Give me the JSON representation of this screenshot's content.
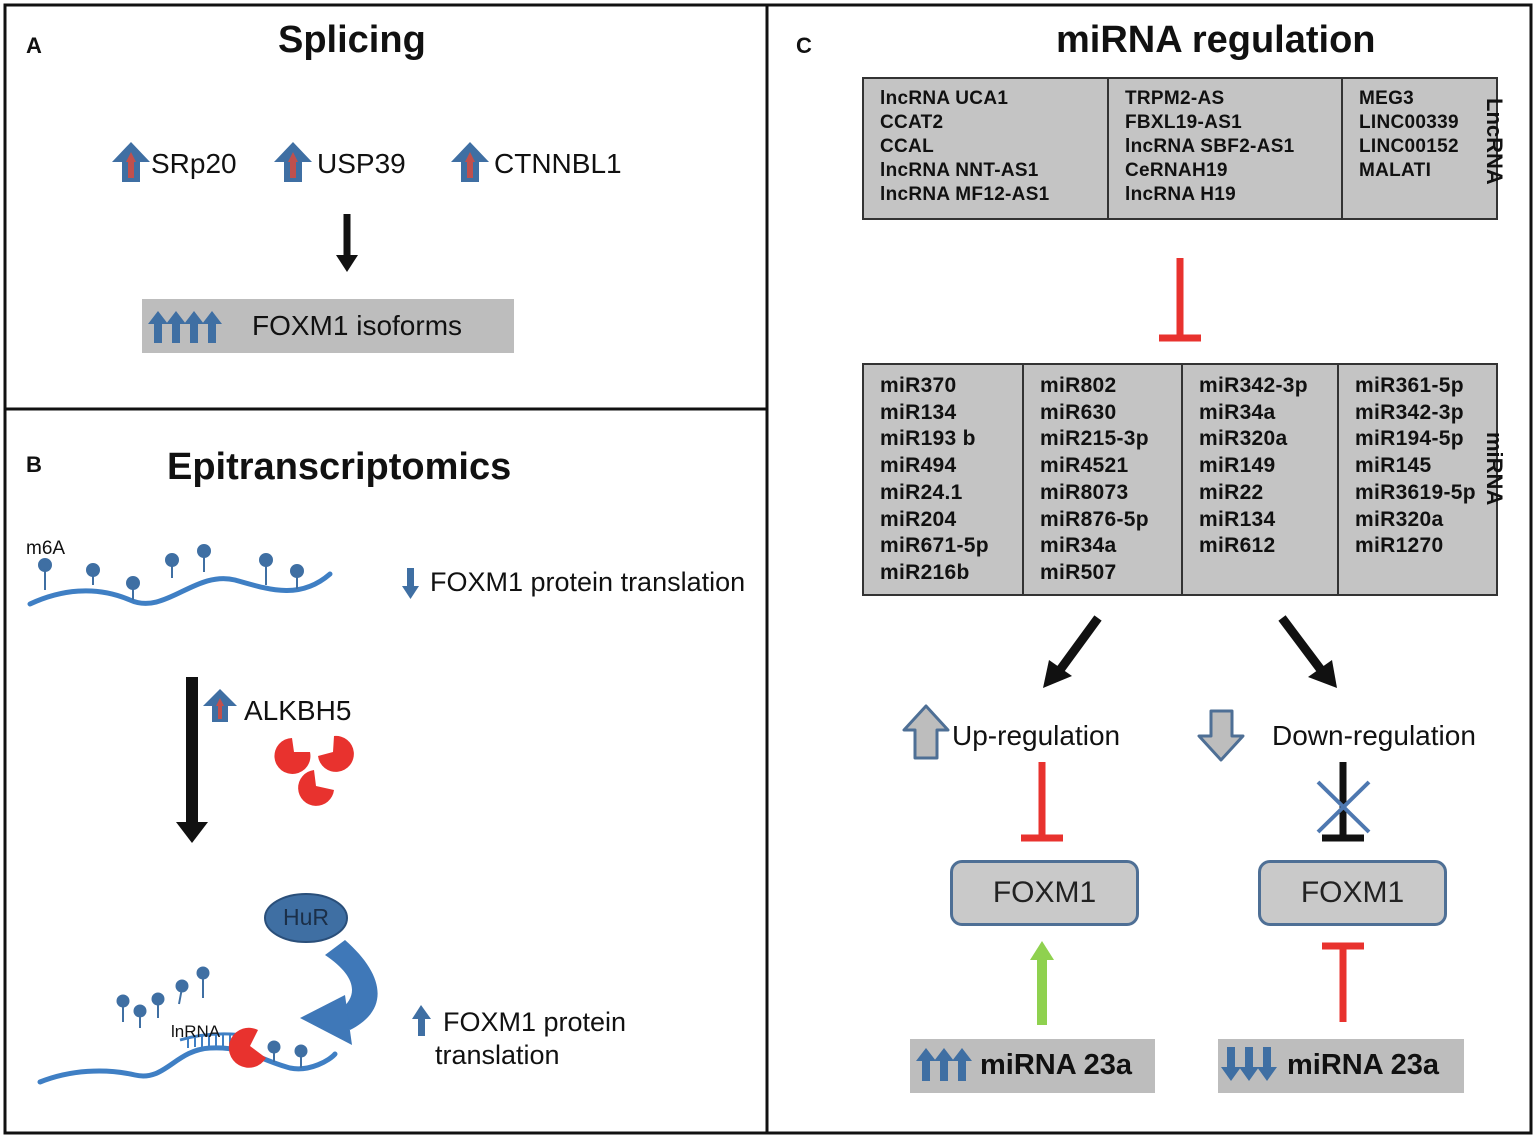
{
  "panels": {
    "a": {
      "letter": "A",
      "title": "Splicing",
      "factors": [
        "SRp20",
        "USP39",
        "CTNNBL1"
      ],
      "result": "FOXM1 isoforms"
    },
    "b": {
      "letter": "B",
      "title": "Epitranscriptomics",
      "m6a": "m6A",
      "down_text": "FOXM1 protein translation",
      "alkbh5": "ALKBH5",
      "hur": "HuR",
      "lnrna": "lnRNA",
      "up_text_1": "FOXM1 protein",
      "up_text_2": "translation"
    },
    "c": {
      "letter": "C",
      "title": "miRNA regulation",
      "lncrna_side": "LncRNA",
      "mirna_side": "miRNA",
      "lncrna_cols": [
        [
          "lncRNA UCA1",
          "CCAT2",
          "CCAL",
          "lncRNA NNT-AS1",
          "lncRNA MF12-AS1"
        ],
        [
          "TRPM2-AS",
          "FBXL19-AS1",
          "lncRNA SBF2-AS1",
          "CeRNAH19",
          "lncRNA H19"
        ],
        [
          "MEG3",
          "LINC00339",
          "LINC00152",
          "MALATI"
        ]
      ],
      "mirna_cols": [
        [
          "miR370",
          "miR134",
          "miR193 b",
          "miR494",
          "miR24.1",
          "miR204",
          "miR671-5p",
          "miR216b"
        ],
        [
          "miR802",
          "miR630",
          "miR215-3p",
          "miR4521",
          "miR8073",
          "miR876-5p",
          "miR34a",
          "miR507"
        ],
        [
          "miR342-3p",
          "miR34a",
          "miR320a",
          "miR149",
          "miR22",
          "miR134",
          "miR612"
        ],
        [
          "miR361-5p",
          "miR342-3p",
          "miR194-5p",
          "miR145",
          "miR3619-5p",
          "miR320a",
          "miR1270"
        ]
      ],
      "up_label": "Up-regulation",
      "down_label": "Down-regulation",
      "foxm1_left": "FOXM1",
      "foxm1_right": "FOXM1",
      "mirna_left": "miRNA 23a",
      "mirna_right": "miRNA 23a"
    }
  },
  "colors": {
    "accent_blue": "#3f6fa3",
    "arrow_red": "#c0504d",
    "inhibit_red": "#e8322e",
    "activate_green": "#8fd14f",
    "box_gray": "#bdbdbd"
  }
}
